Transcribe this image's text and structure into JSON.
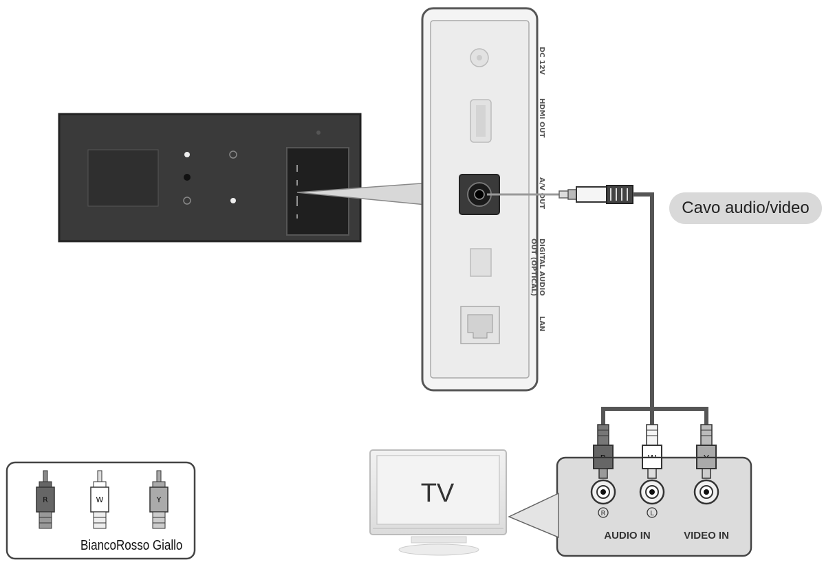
{
  "player_panel": {
    "ports": [
      "DC 12V",
      "HDMI OUT",
      "A/V OUT",
      "DIGITAL AUDIO",
      "OUT (OPTICAL)",
      "LAN"
    ]
  },
  "cable": {
    "label": "Cavo audio/video"
  },
  "tv": {
    "label": "TV",
    "plugs": [
      "R",
      "W",
      "Y"
    ],
    "jack_marks": [
      "R",
      "L"
    ],
    "audio_in": "AUDIO IN",
    "video_in": "VIDEO IN"
  },
  "legend": {
    "plugs": [
      "R",
      "W",
      "Y"
    ],
    "text": "BiancoRosso Giallo"
  }
}
